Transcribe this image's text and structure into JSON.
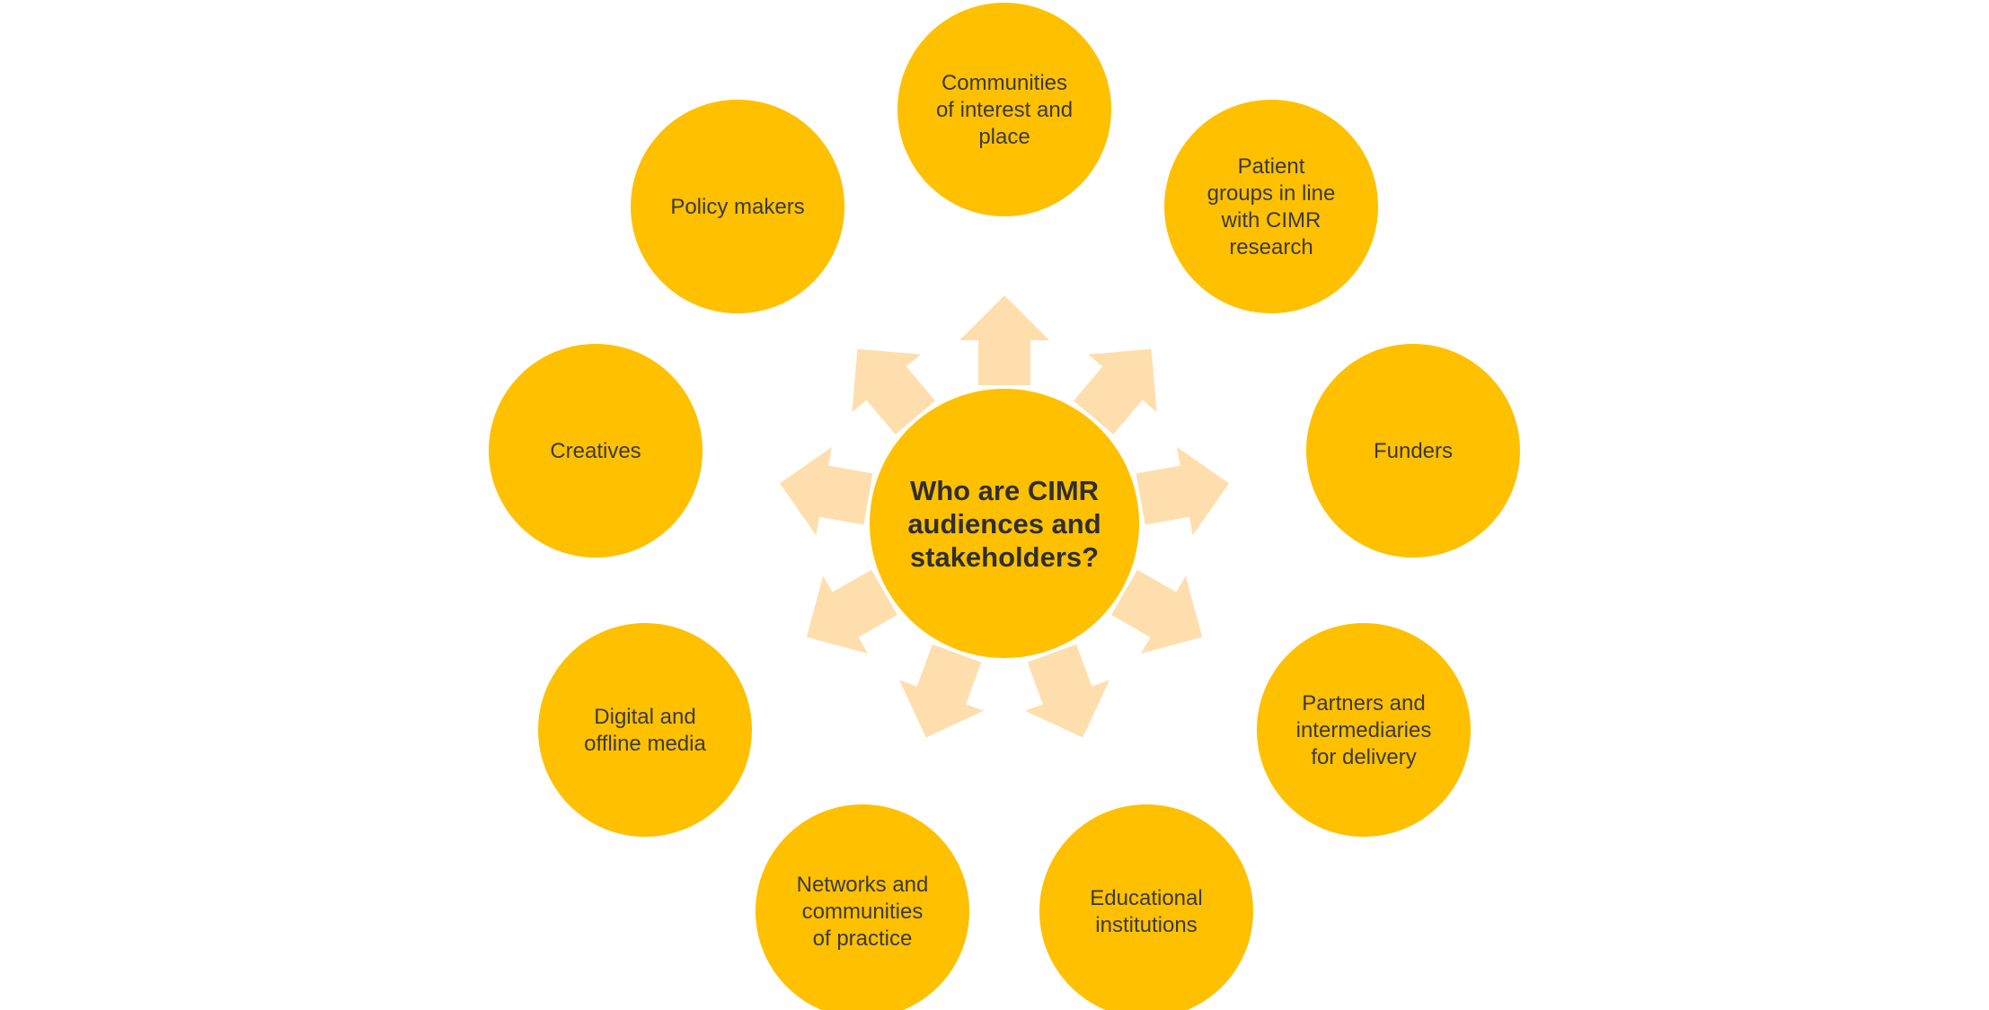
{
  "diagram": {
    "center": {
      "lines": [
        "Who are CIMR",
        "audiences and",
        "stakeholders?"
      ]
    },
    "nodes": [
      {
        "id": "communities-of-interest-and-place",
        "lines": [
          "Communities",
          "of interest and",
          "place"
        ]
      },
      {
        "id": "patient-groups",
        "lines": [
          "Patient",
          "groups in line",
          "with CIMR",
          "research"
        ]
      },
      {
        "id": "funders",
        "lines": [
          "Funders"
        ]
      },
      {
        "id": "partners-and-intermediaries",
        "lines": [
          "Partners and",
          "intermediaries",
          "for delivery"
        ]
      },
      {
        "id": "educational-institutions",
        "lines": [
          "Educational",
          "institutions"
        ]
      },
      {
        "id": "networks-and-communities",
        "lines": [
          "Networks and",
          "communities",
          "of practice"
        ]
      },
      {
        "id": "digital-and-offline-media",
        "lines": [
          "Digital and",
          "offline media"
        ]
      },
      {
        "id": "creatives",
        "lines": [
          "Creatives"
        ]
      },
      {
        "id": "policy-makers",
        "lines": [
          "Policy makers"
        ]
      }
    ],
    "colors": {
      "circle": "#FFC000",
      "arrow": "#FFDEAD",
      "text": "#3a3a3a",
      "background": "#FFFFFF"
    }
  }
}
